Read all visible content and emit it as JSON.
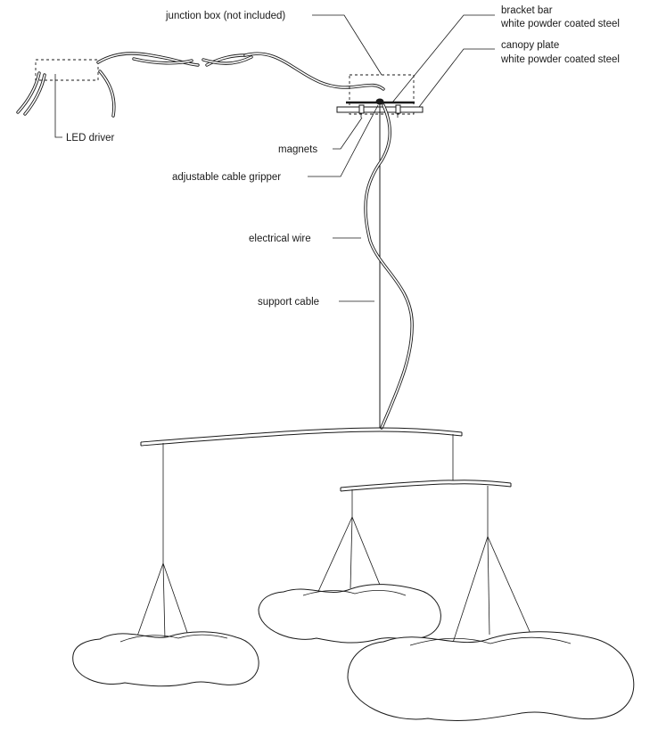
{
  "labels": {
    "junction_box": "junction box (not included)",
    "bracket_bar_line1": "bracket bar",
    "bracket_bar_line2": "white powder coated steel",
    "canopy_plate_line1": "canopy plate",
    "canopy_plate_line2": "white powder coated steel",
    "led_driver": "LED driver",
    "magnets": "magnets",
    "cable_gripper": "adjustable cable gripper",
    "electrical_wire": "electrical wire",
    "support_cable": "support cable"
  },
  "colors": {
    "line": "#1a1a1a",
    "background": "#ffffff"
  }
}
